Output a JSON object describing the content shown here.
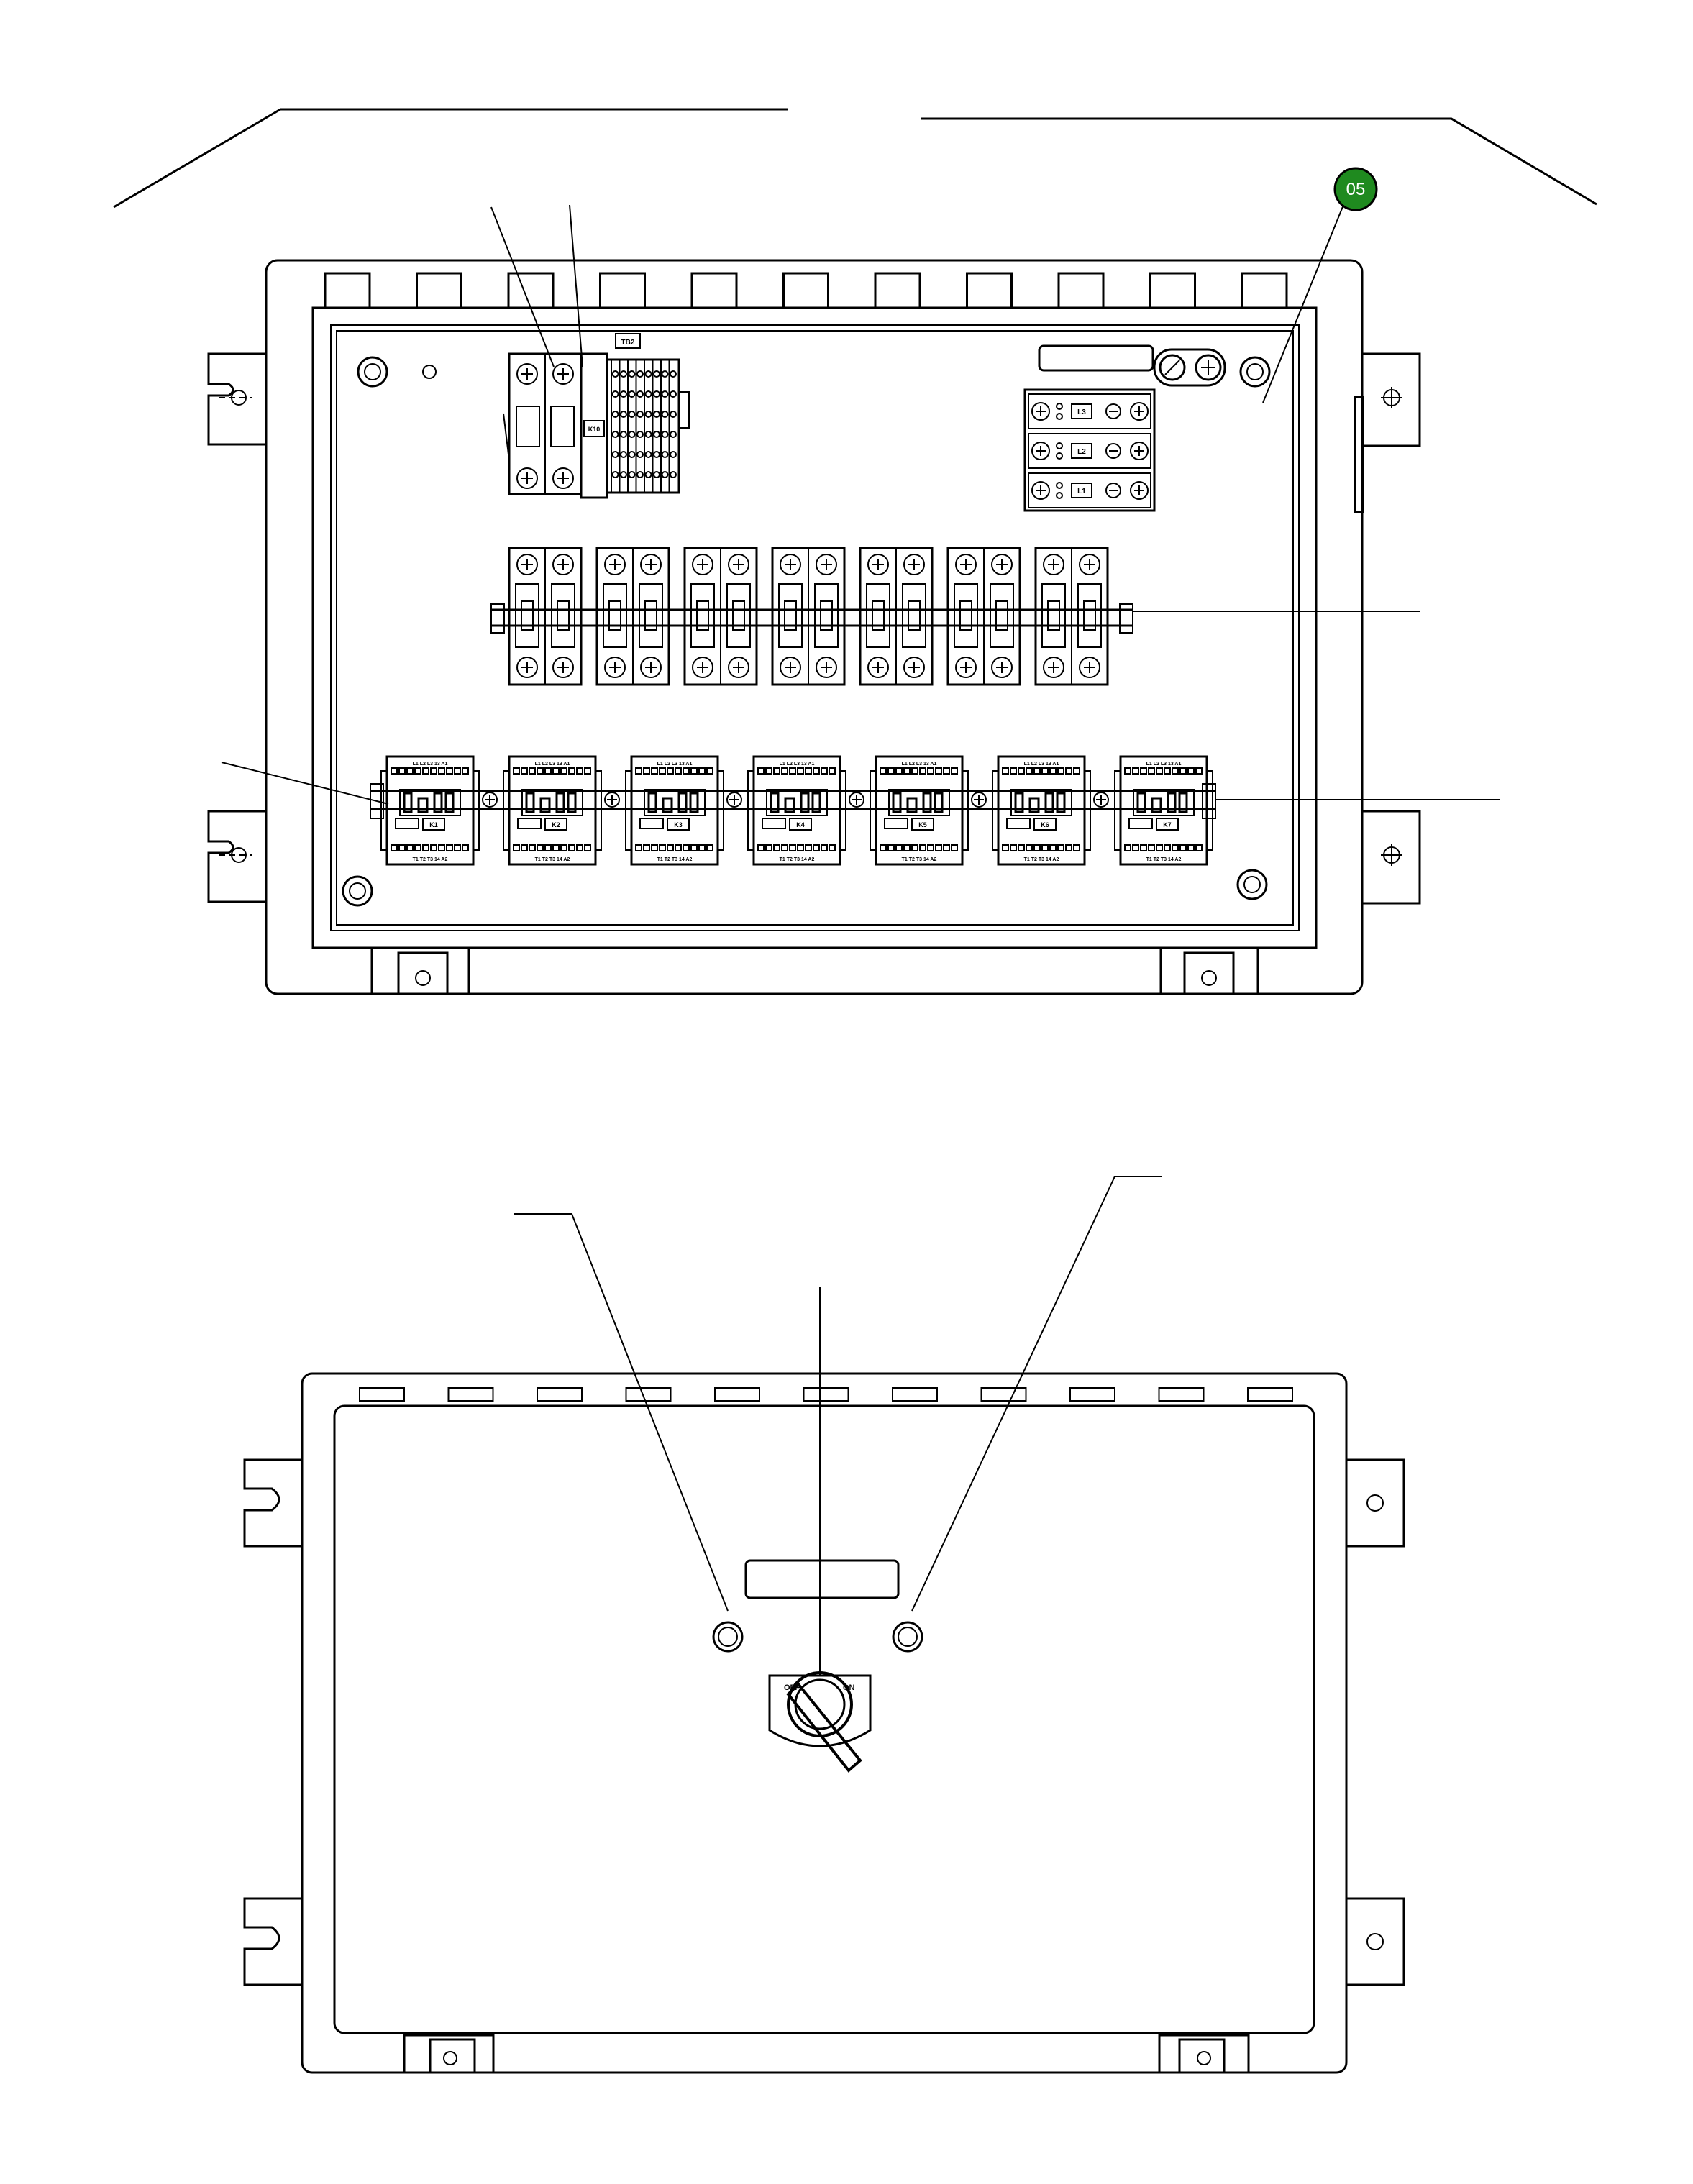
{
  "callout_badge": {
    "label": "05",
    "color": "#1f8a1f"
  },
  "top_view": {
    "terminal_tag": "TB2",
    "relay_tag": "K10",
    "power_block_labels": [
      "L3",
      "L2",
      "L1"
    ],
    "contactor_labels": [
      "K1",
      "K2",
      "K3",
      "K4",
      "K5",
      "K6",
      "K7"
    ],
    "contactor_terminal_top": "L1 L2 L3 13 A1",
    "contactor_terminal_bottom": "T1 T2 T3 14 A2"
  },
  "bottom_view": {
    "switch_off_label": "OFF",
    "switch_on_label": "ON"
  }
}
